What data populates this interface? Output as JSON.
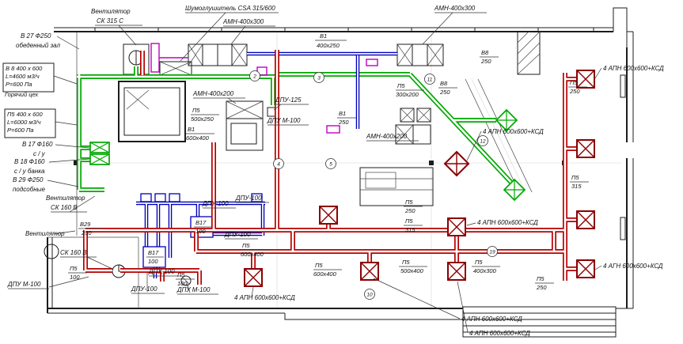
{
  "drawing_type": "HVAC ventilation floor plan",
  "colors": {
    "supply_duct_green": "#00a800",
    "exhaust_duct_red": "#b40000",
    "duct_blue": "#0000b8",
    "flex_connector_magenta": "#c000c0",
    "walls_black": "#1c1c1c",
    "diffuser_dark_red": "#8b0000"
  },
  "callouts": {
    "fan_sk315": [
      "Вентилятор",
      "СК 315 С"
    ],
    "silencer_csa": [
      "Шумоглушитель CSA 315/600"
    ],
    "amn_400x300_left": [
      "АМН-400х300"
    ],
    "amn_400x300_right": [
      "АМН-400х300"
    ],
    "v27": [
      "В 27 Ф250",
      "обеденный зал"
    ],
    "v8_box": [
      "В 8 400 х 600",
      "L=4600 м3/ч",
      "Р=600 Па"
    ],
    "hot_shop": [
      "Горячий цех"
    ],
    "p5_box": [
      "П5 400 х 600",
      "L=6000 м3/ч",
      "Р=600 Па"
    ],
    "v17": [
      "В 17 Ф160",
      "с / у"
    ],
    "v18": [
      "В 18 Ф160",
      "с / у банка"
    ],
    "v29": [
      "В 29 Ф250",
      "подсобные"
    ],
    "fan_sk160_upper": [
      "Вентилятор",
      "СК 160 В"
    ],
    "fan_lower_word": [
      "Вентилятор"
    ],
    "fan_sk160_lower": [
      "СК 160 В"
    ],
    "dpu_m100_left": [
      "ДПУ М-100"
    ],
    "dpu_100_b1": [
      "ДПУ-100"
    ],
    "dpu_100_b2": [
      "ДПУ-100"
    ],
    "dpu_m100_b": [
      "ДПУ М-100"
    ],
    "dpu_100_r1": [
      "ДПУ-100"
    ],
    "dpu_100_r2": [
      "ДПУ-100"
    ],
    "dpu_100_r3": [
      "ДПУ-100"
    ],
    "dpu_125": [
      "ДПУ-125"
    ],
    "dpu_m100_c": [
      "ДПУ М-100"
    ],
    "amn_400x200_left": [
      "АМН-400х200"
    ],
    "amn_400x200_right": [
      "АМН-400х200"
    ],
    "apn_diag": [
      "4 АПН 600х600+КСД"
    ],
    "apn_mid": [
      "4 АПН 600х600+КСД"
    ],
    "apn_bottom_left": [
      "4 АПН 600х600+КСД"
    ],
    "apn_bottom_c1": [
      "4 АПН 600х600+КСД"
    ],
    "apn_bottom_c2": [
      "4 АПН 600х600+КСД"
    ],
    "apn_top_right": [
      "4 АПН 600х600+КСД"
    ],
    "agn_right": [
      "4 АГН 600х600+КСД"
    ]
  },
  "duct_tags": [
    {
      "num": "В1",
      "size": "400х250"
    },
    {
      "num": "П5",
      "size": "500х250"
    },
    {
      "num": "В1",
      "size": "600х400"
    },
    {
      "num": "В1",
      "size": "250"
    },
    {
      "num": "П5",
      "size": "300х200"
    },
    {
      "num": "В8",
      "size": "250"
    },
    {
      "num": "В8",
      "size": "250"
    },
    {
      "num": "П5",
      "size": "250"
    },
    {
      "num": "П5",
      "size": "315"
    },
    {
      "num": "П5",
      "size": "600х400"
    },
    {
      "num": "П5",
      "size": "600х400"
    },
    {
      "num": "П5",
      "size": "500х400"
    },
    {
      "num": "П5",
      "size": "400х300"
    },
    {
      "num": "П5",
      "size": "250"
    },
    {
      "num": "П5",
      "size": "250"
    },
    {
      "num": "П5",
      "size": "315"
    },
    {
      "num": "В29",
      "size": "250"
    },
    {
      "num": "П5",
      "size": "100"
    },
    {
      "num": "В17",
      "size": "100"
    },
    {
      "num": "В17",
      "size": "100"
    },
    {
      "num": "П5",
      "size": "100"
    }
  ],
  "equipment_tags": [
    "2",
    "3",
    "11",
    "12",
    "4",
    "5",
    "19",
    "10"
  ]
}
